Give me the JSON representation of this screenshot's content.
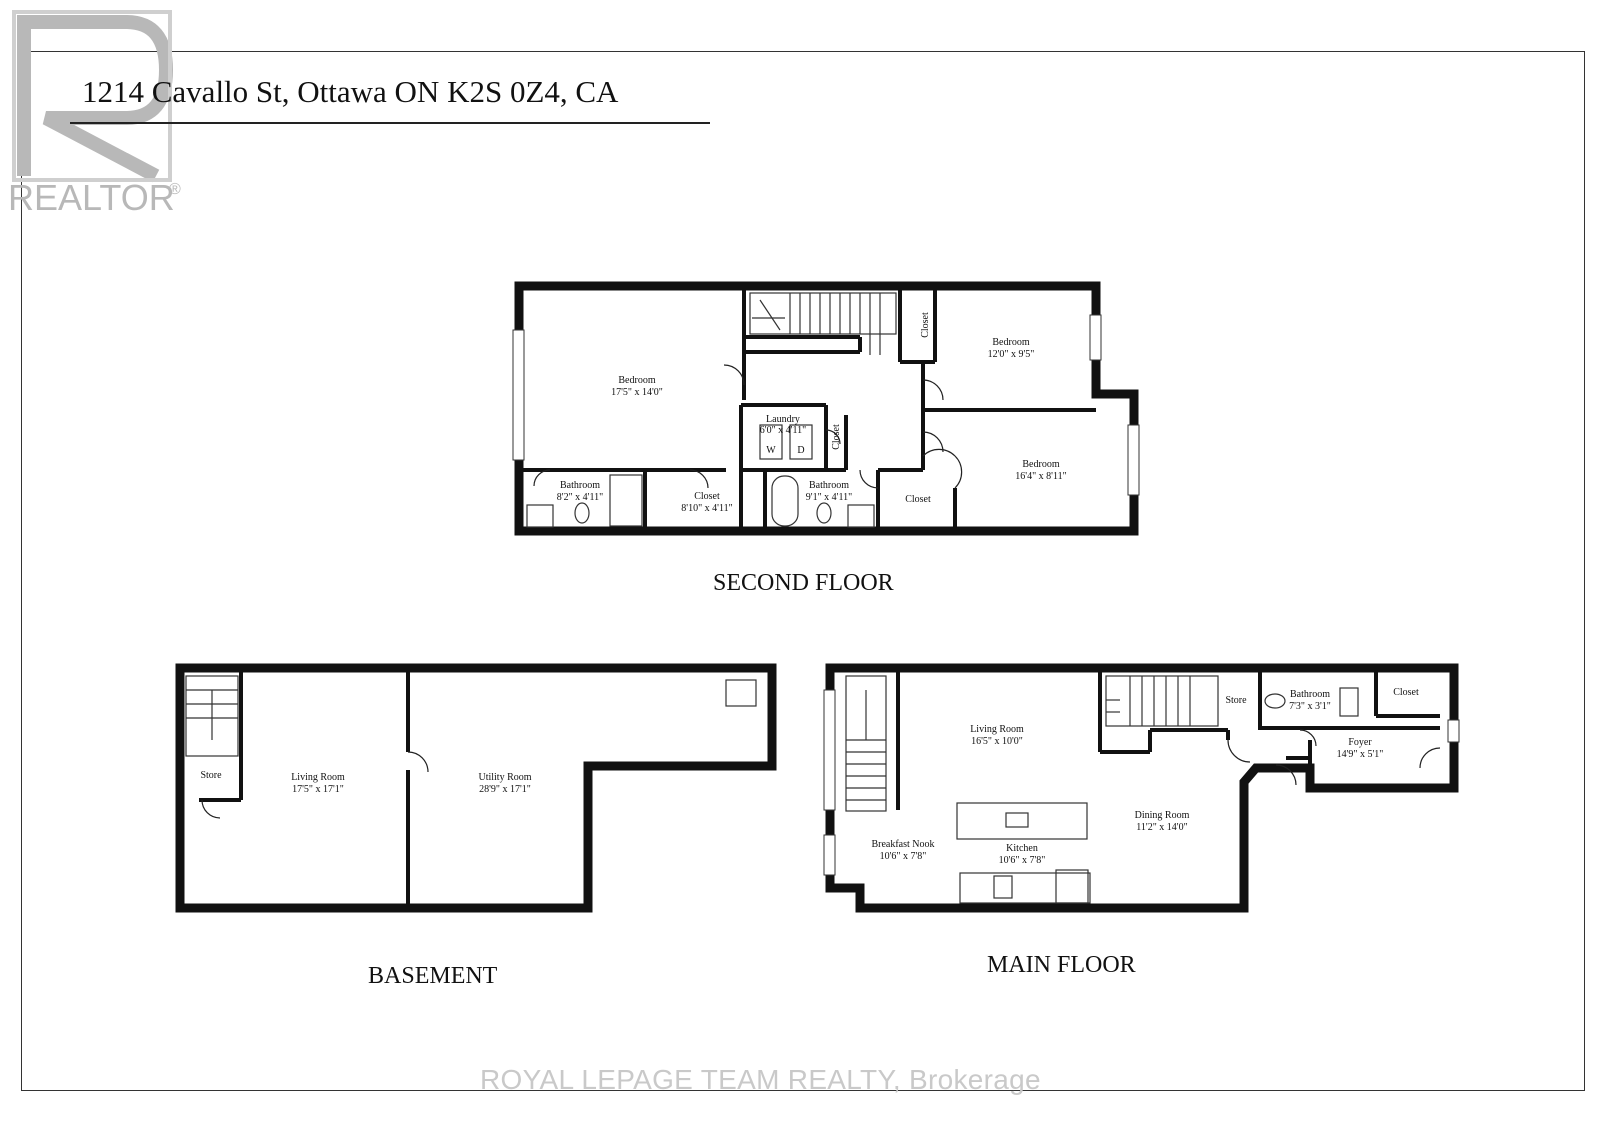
{
  "header": {
    "address": "1214 Cavallo St, Ottawa ON K2S 0Z4, CA",
    "logo_text": "REALTOR",
    "logo_mark": "®"
  },
  "floors": {
    "second": {
      "title": "SECOND FLOOR",
      "rooms": [
        {
          "name": "Bedroom",
          "size": "17'5\" x 14'0\""
        },
        {
          "name": "Bedroom",
          "size": "12'0\" x 9'5\""
        },
        {
          "name": "Bedroom",
          "size": "16'4\" x 8'11\""
        },
        {
          "name": "Laundry",
          "size": "6'0\" x 4'11\""
        },
        {
          "name": "Bathroom",
          "size": "8'2\" x 4'11\""
        },
        {
          "name": "Closet",
          "size": "8'10\" x 4'11\""
        },
        {
          "name": "Bathroom",
          "size": "9'1\" x 4'11\""
        },
        {
          "name": "Closet",
          "size": ""
        },
        {
          "name": "Closet",
          "size": ""
        },
        {
          "name": "Closet",
          "size": ""
        }
      ],
      "appliance_labels": [
        "W",
        "D"
      ]
    },
    "basement": {
      "title": "BASEMENT",
      "rooms": [
        {
          "name": "Store",
          "size": ""
        },
        {
          "name": "Living Room",
          "size": "17'5\" x 17'1\""
        },
        {
          "name": "Utility Room",
          "size": "28'9\" x 17'1\""
        }
      ]
    },
    "main": {
      "title": "MAIN FLOOR",
      "rooms": [
        {
          "name": "Living Room",
          "size": "16'5\" x 10'0\""
        },
        {
          "name": "Store",
          "size": ""
        },
        {
          "name": "Bathroom",
          "size": "7'3\" x 3'1\""
        },
        {
          "name": "Closet",
          "size": ""
        },
        {
          "name": "Foyer",
          "size": "14'9\" x 5'1\""
        },
        {
          "name": "Dining Room",
          "size": "11'2\" x 14'0\""
        },
        {
          "name": "Breakfast Nook",
          "size": "10'6\" x 7'8\""
        },
        {
          "name": "Kitchen",
          "size": "10'6\" x 7'8\""
        }
      ]
    }
  },
  "footer": {
    "watermark": "ROYAL LEPAGE TEAM REALTY, Brokerage"
  }
}
